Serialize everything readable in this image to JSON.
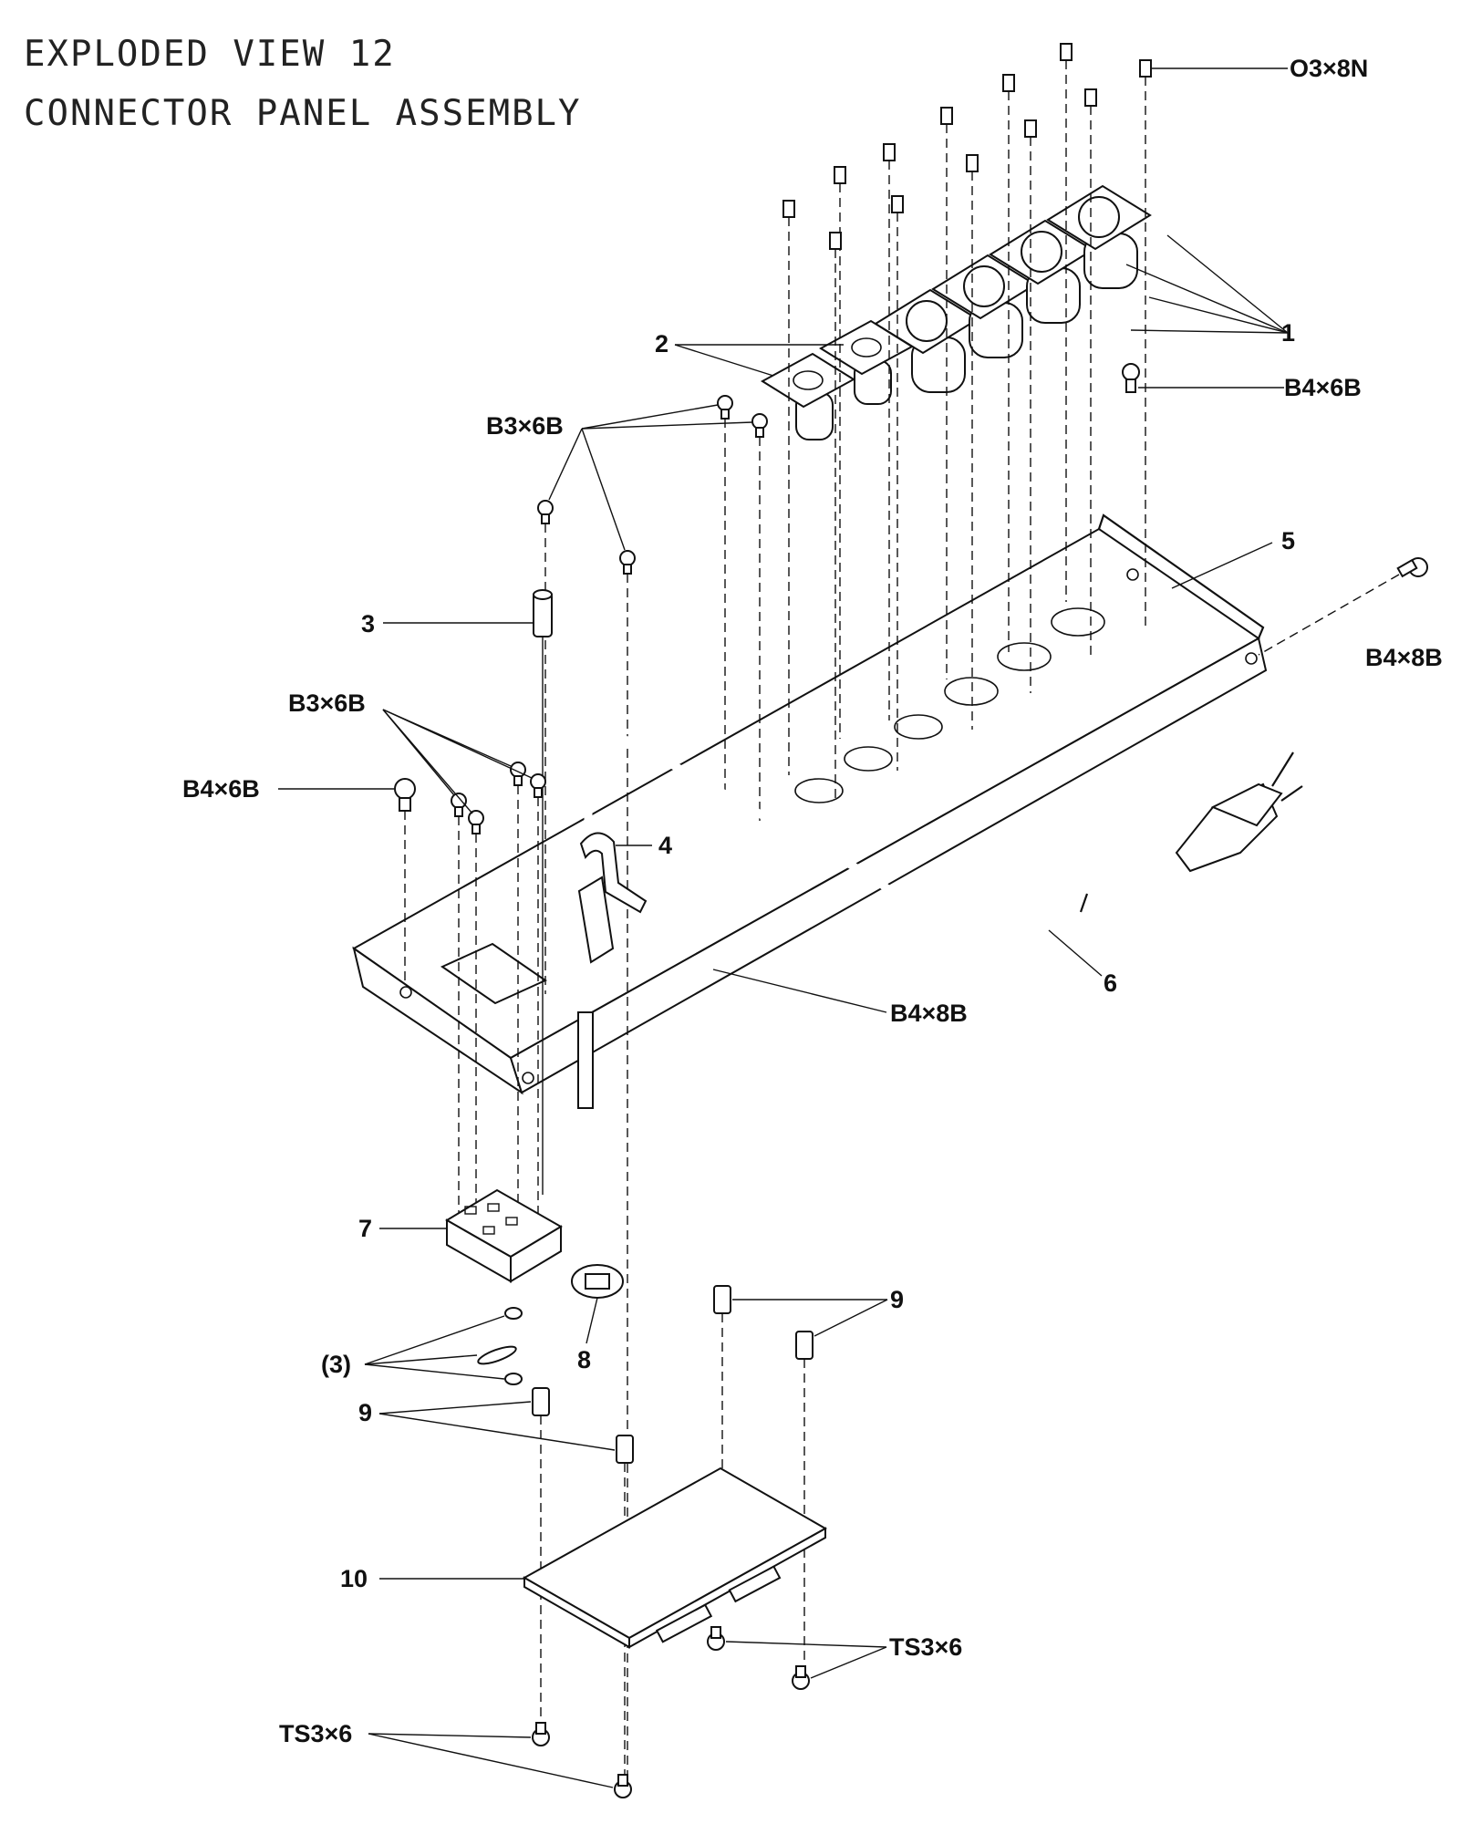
{
  "title": {
    "line1": "EXPLODED VIEW 12",
    "line2": "CONNECTOR PANEL ASSEMBLY"
  },
  "callouts": {
    "c1": "1",
    "c2": "2",
    "c3": "3",
    "c3b": "(3)",
    "c4": "4",
    "c5": "5",
    "c6": "6",
    "c7": "7",
    "c8": "8",
    "c9a": "9",
    "c9b": "9",
    "c10": "10"
  },
  "screws": {
    "o3x8n": "O3×8N",
    "b4x6b_top": "B4×6B",
    "b3x6b_top": "B3×6B",
    "b4x8b_right": "B4×8B",
    "b3x6b_left": "B3×6B",
    "b4x6b_left": "B4×6B",
    "b4x8b_mid": "B4×8B",
    "ts3x6_right": "TS3×6",
    "ts3x6_left": "TS3×6"
  }
}
